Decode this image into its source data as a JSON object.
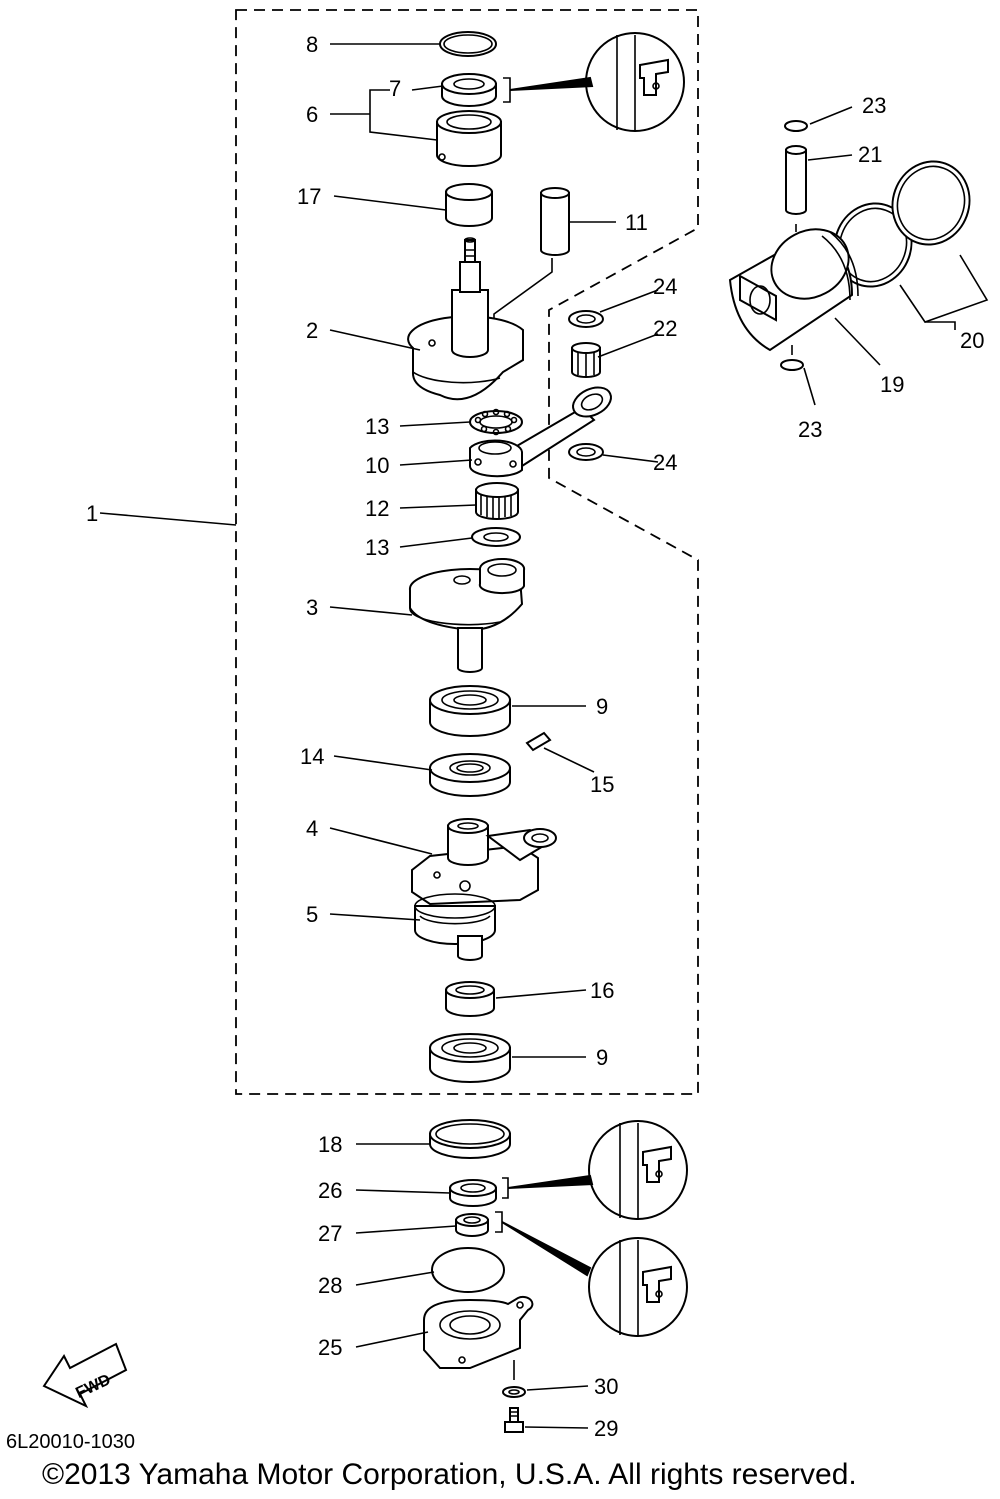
{
  "labels": {
    "p1": "1",
    "p2": "2",
    "p3": "3",
    "p4": "4",
    "p5": "5",
    "p6": "6",
    "p7": "7",
    "p8": "8",
    "p9a": "9",
    "p9b": "9",
    "p10": "10",
    "p11": "11",
    "p12": "12",
    "p13a": "13",
    "p13b": "13",
    "p14": "14",
    "p15": "15",
    "p16": "16",
    "p17": "17",
    "p18": "18",
    "p19": "19",
    "p20": "20",
    "p21": "21",
    "p22": "22",
    "p23a": "23",
    "p23b": "23",
    "p24a": "24",
    "p24b": "24",
    "p25": "25",
    "p26": "26",
    "p27": "27",
    "p28": "28",
    "p29": "29",
    "p30": "30"
  },
  "fwd_label": "FWD",
  "diagram_code": "6L20010-1030",
  "copyright": "©2013 Yamaha Motor Corporation, U.S.A. All rights reserved."
}
